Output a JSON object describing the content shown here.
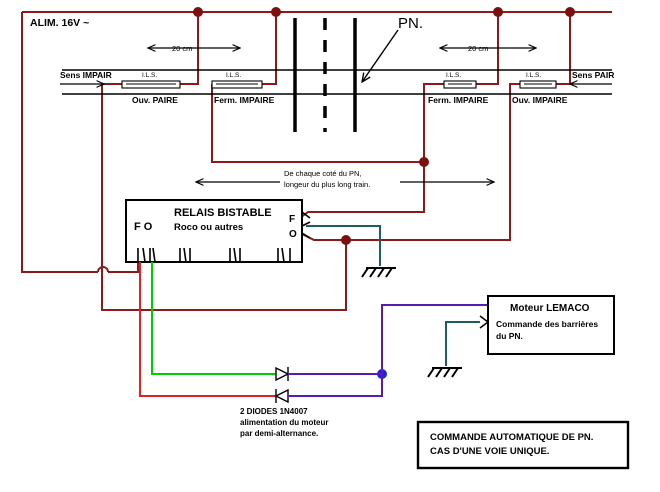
{
  "colors": {
    "supply": "#8b1a1a",
    "track": "#000000",
    "green": "#00cc00",
    "red": "#dd2222",
    "purple": "#5a1ab8",
    "teal": "#1f5f5f",
    "node": "#7a1010",
    "blue_node": "#2222dd"
  },
  "supply_label": "ALIM. 16V ~",
  "crossing_label": "PN.",
  "distance_left": "20 cm",
  "distance_right": "20 cm",
  "dir_left": "Sens IMPAIR",
  "dir_right": "Sens PAIR",
  "ils": [
    {
      "tag": "I.L.S.",
      "caption": "Ouv. PAIRE"
    },
    {
      "tag": "I.L.S.",
      "caption": "Ferm. IMPAIRE"
    },
    {
      "tag": "I.L.S.",
      "caption": "Ferm. IMPAIRE"
    },
    {
      "tag": "I.L.S.",
      "caption": "Ouv. IMPAIRE"
    }
  ],
  "note_line1": "De chaque coté du PN,",
  "note_line2": "longeur du plus long train.",
  "relay": {
    "title": "RELAIS BISTABLE",
    "subtitle": "Roco ou autres",
    "left_pins": "F O",
    "right_f": "F",
    "right_o": "O"
  },
  "motor": {
    "title": "Moteur LEMACO",
    "line1": "Commande des barrières",
    "line2": "du PN."
  },
  "diodes": {
    "line1": "2 DIODES 1N4007",
    "line2": "alimentation du moteur",
    "line3": "par demi-alternance."
  },
  "caption": {
    "line1": "COMMANDE AUTOMATIQUE DE PN.",
    "line2": "CAS D'UNE VOIE UNIQUE."
  }
}
